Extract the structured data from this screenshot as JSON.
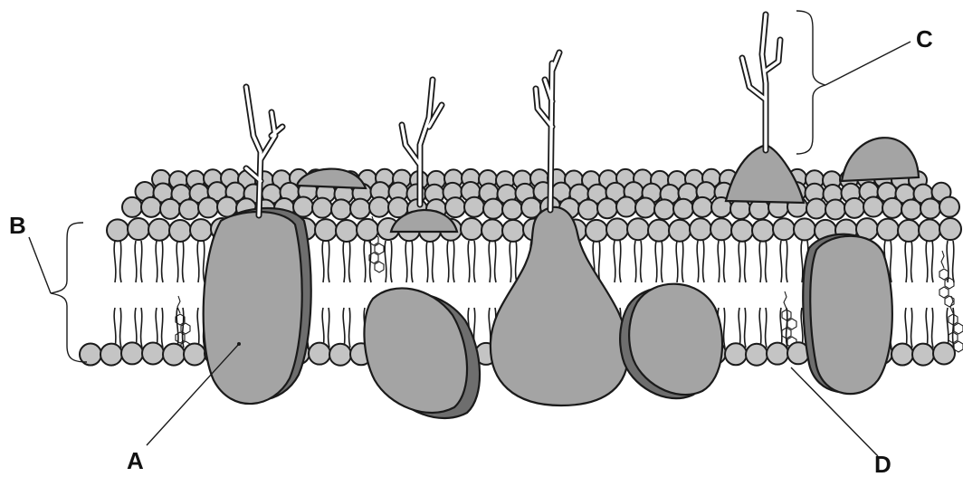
{
  "labels": {
    "A": "A",
    "B": "B",
    "C": "C",
    "D": "D"
  },
  "colors": {
    "stroke": "#1a1a1a",
    "head_fill": "#c4c4c4",
    "protein_fill": "#a4a4a4",
    "protein_shadow": "#6e6e6e",
    "background": "#ffffff"
  }
}
